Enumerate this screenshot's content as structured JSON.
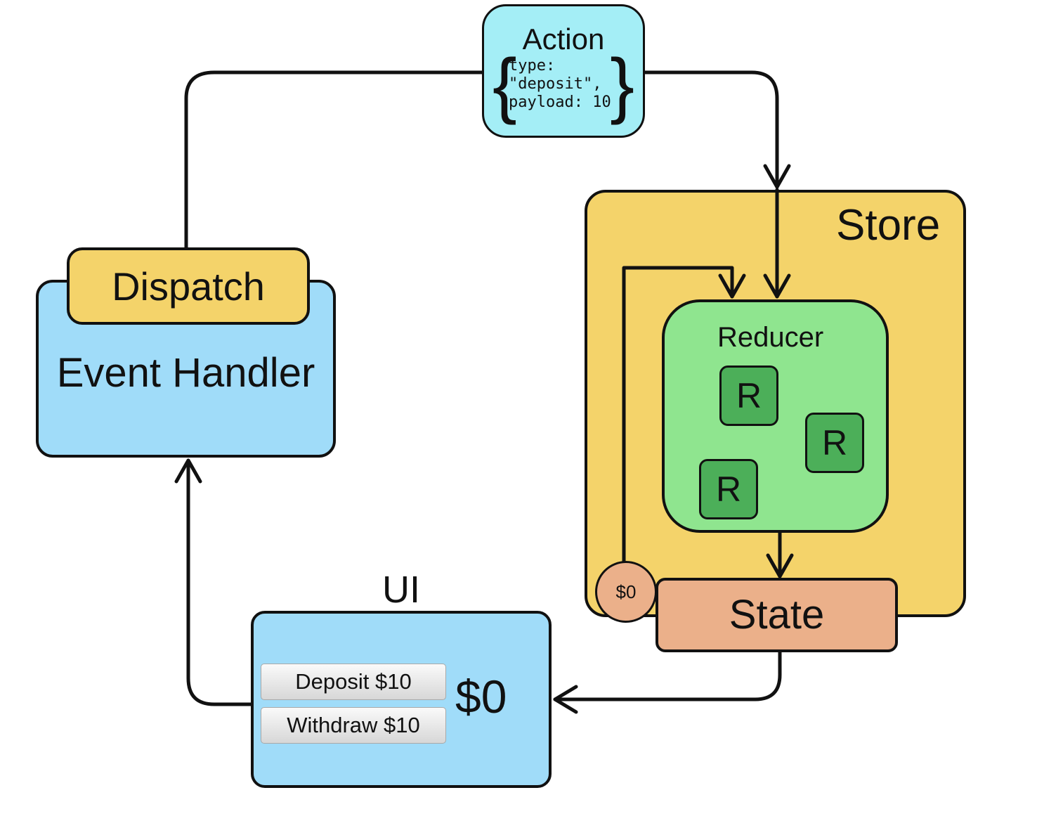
{
  "action": {
    "title": "Action",
    "brace_open": "{",
    "brace_close": "}",
    "code": "type:\n\"deposit\",\npayload: 10"
  },
  "store": {
    "label": "Store"
  },
  "reducer": {
    "label": "Reducer",
    "items": [
      "R",
      "R",
      "R"
    ]
  },
  "state": {
    "label": "State",
    "value": "$0"
  },
  "event_handler": {
    "label": "Event Handler"
  },
  "dispatch": {
    "label": "Dispatch"
  },
  "ui": {
    "label": "UI",
    "buttons": {
      "deposit": "Deposit $10",
      "withdraw": "Withdraw $10"
    },
    "balance": "$0"
  },
  "colors": {
    "action_fill": "#a4eef6",
    "store_fill": "#f4d36a",
    "reducer_fill": "#8fe58f",
    "r_fill": "#4caf59",
    "state_fill": "#ebb08a",
    "handler_fill": "#a0dcf9",
    "dispatch_fill": "#f4d36a",
    "ui_fill": "#a0dcf9",
    "line": "#111111"
  }
}
